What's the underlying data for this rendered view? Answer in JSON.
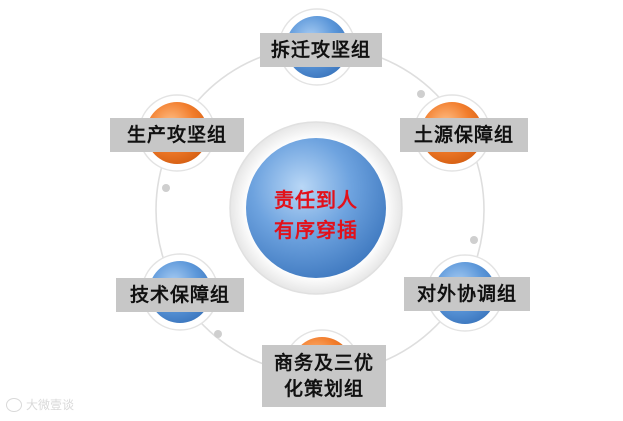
{
  "center": {
    "line1": "责任到人",
    "line2": "有序穿插",
    "text_color": "#e2111b"
  },
  "nodes": [
    {
      "id": "top",
      "label": "拆迁攻坚组",
      "ball_color": "blue"
    },
    {
      "id": "upper-right",
      "label": "土源保障组",
      "ball_color": "orange"
    },
    {
      "id": "lower-right",
      "label": "对外协调组",
      "ball_color": "blue"
    },
    {
      "id": "bottom",
      "label_line1": "商务及三优",
      "label_line2": "化策划组",
      "ball_color": "orange"
    },
    {
      "id": "lower-left",
      "label": "技术保障组",
      "ball_color": "blue"
    },
    {
      "id": "upper-left",
      "label": "生产攻坚组",
      "ball_color": "orange"
    }
  ],
  "colors": {
    "blue": "#5a93d6",
    "orange": "#f07a2a",
    "label_bg": "#c7c7c7",
    "ring": "#dcdcdc"
  },
  "watermark": {
    "text": "大微壹谈"
  }
}
